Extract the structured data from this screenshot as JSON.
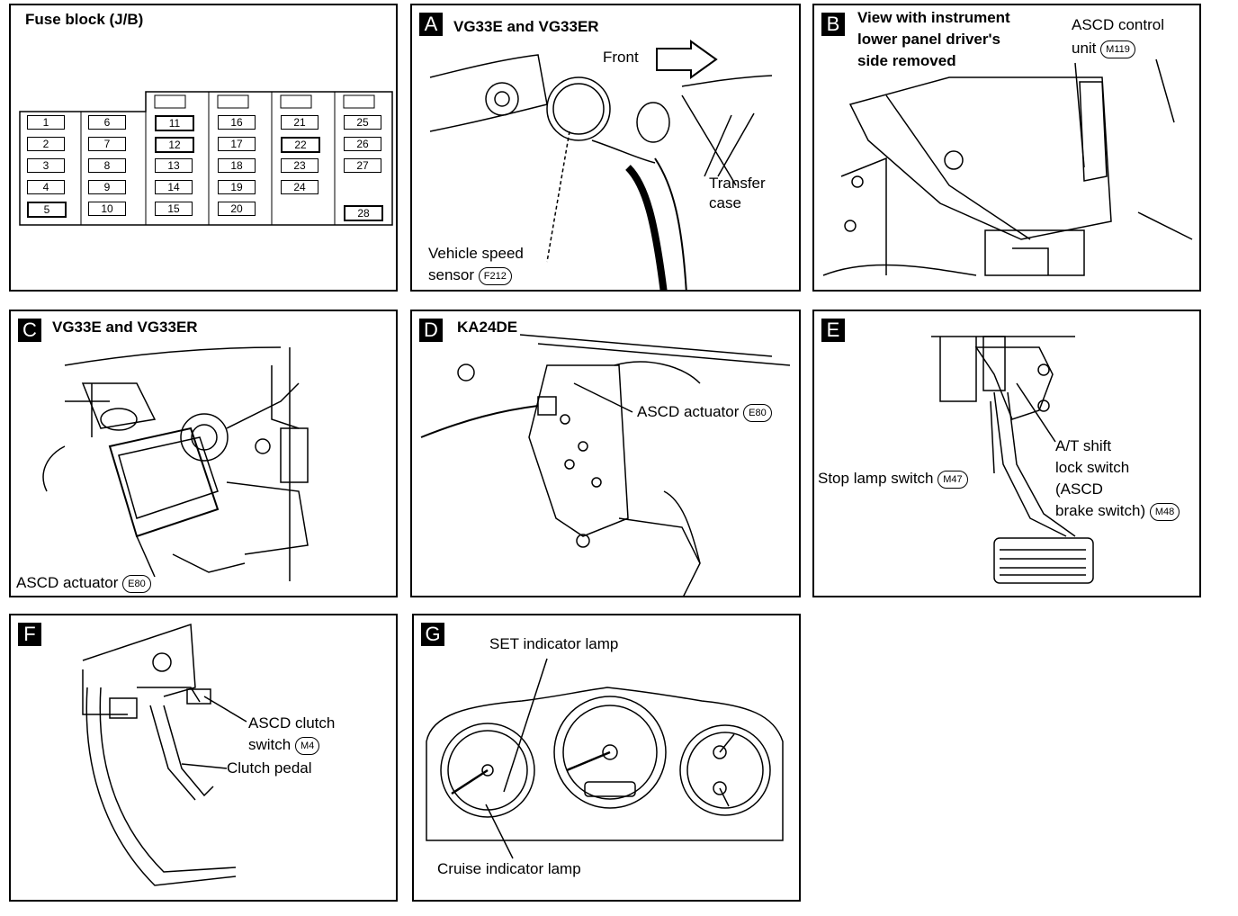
{
  "panels": {
    "fuse": {
      "title": "Fuse block (J/B)",
      "fuses": [
        "1",
        "2",
        "3",
        "4",
        "5",
        "6",
        "7",
        "8",
        "9",
        "10",
        "11",
        "12",
        "13",
        "14",
        "15",
        "16",
        "17",
        "18",
        "19",
        "20",
        "21",
        "22",
        "23",
        "24",
        "25",
        "26",
        "27",
        "28"
      ]
    },
    "a": {
      "letter": "A",
      "title": "VG33E and VG33ER",
      "front": "Front",
      "transfer": "Transfer",
      "case": "case",
      "sensor1": "Vehicle speed",
      "sensor2": "sensor",
      "conn": "F212"
    },
    "b": {
      "letter": "B",
      "title1": "View with instrument",
      "title2": "lower panel driver's",
      "title3": "side removed",
      "unit1": "ASCD control",
      "unit2": "unit",
      "conn": "M119"
    },
    "c": {
      "letter": "C",
      "title": "VG33E and VG33ER",
      "actuator": "ASCD actuator",
      "conn": "E80"
    },
    "d": {
      "letter": "D",
      "title": "KA24DE",
      "actuator": "ASCD actuator",
      "conn": "E80"
    },
    "e": {
      "letter": "E",
      "stop": "Stop lamp switch",
      "stop_conn": "M47",
      "at1": "A/T shift",
      "at2": "lock switch",
      "at3": "(ASCD",
      "at4": "brake switch)",
      "at_conn": "M48"
    },
    "f": {
      "letter": "F",
      "clutch1": "ASCD clutch",
      "clutch2": "switch",
      "conn": "M4",
      "pedal": "Clutch pedal"
    },
    "g": {
      "letter": "G",
      "set": "SET indicator lamp",
      "cruise": "Cruise indicator lamp"
    }
  }
}
